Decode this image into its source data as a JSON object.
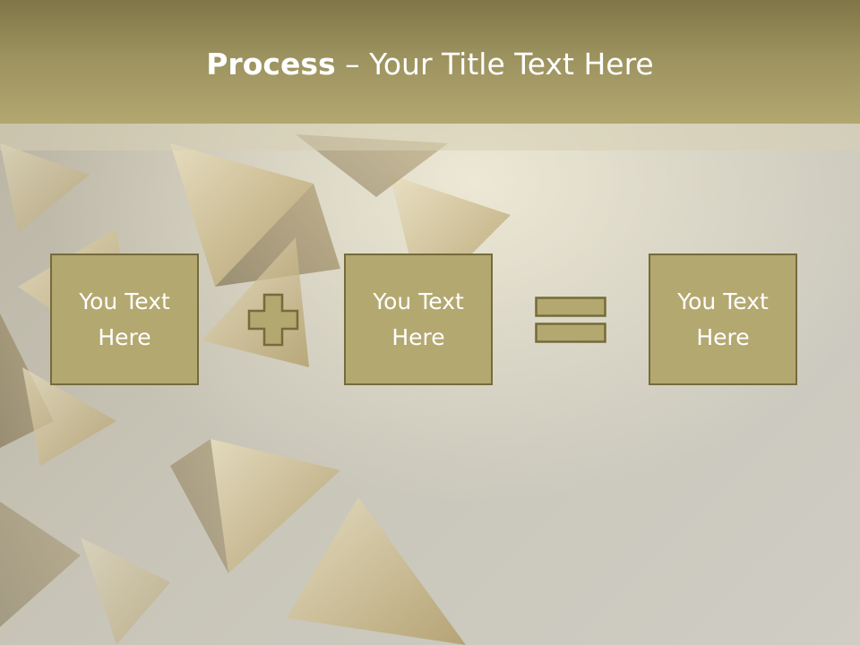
{
  "title": {
    "bold": "Process",
    "rest": " – Your Title Text Here"
  },
  "boxes": [
    {
      "text": "You Text Here"
    },
    {
      "text": "You Text Here"
    },
    {
      "text": "You Text Here"
    }
  ],
  "operators": [
    "plus-icon",
    "equals-icon"
  ],
  "colors": {
    "title_bar": "#9c925f",
    "box_fill": "#b4a871",
    "box_border": "#756b3b",
    "text": "#ffffff"
  }
}
